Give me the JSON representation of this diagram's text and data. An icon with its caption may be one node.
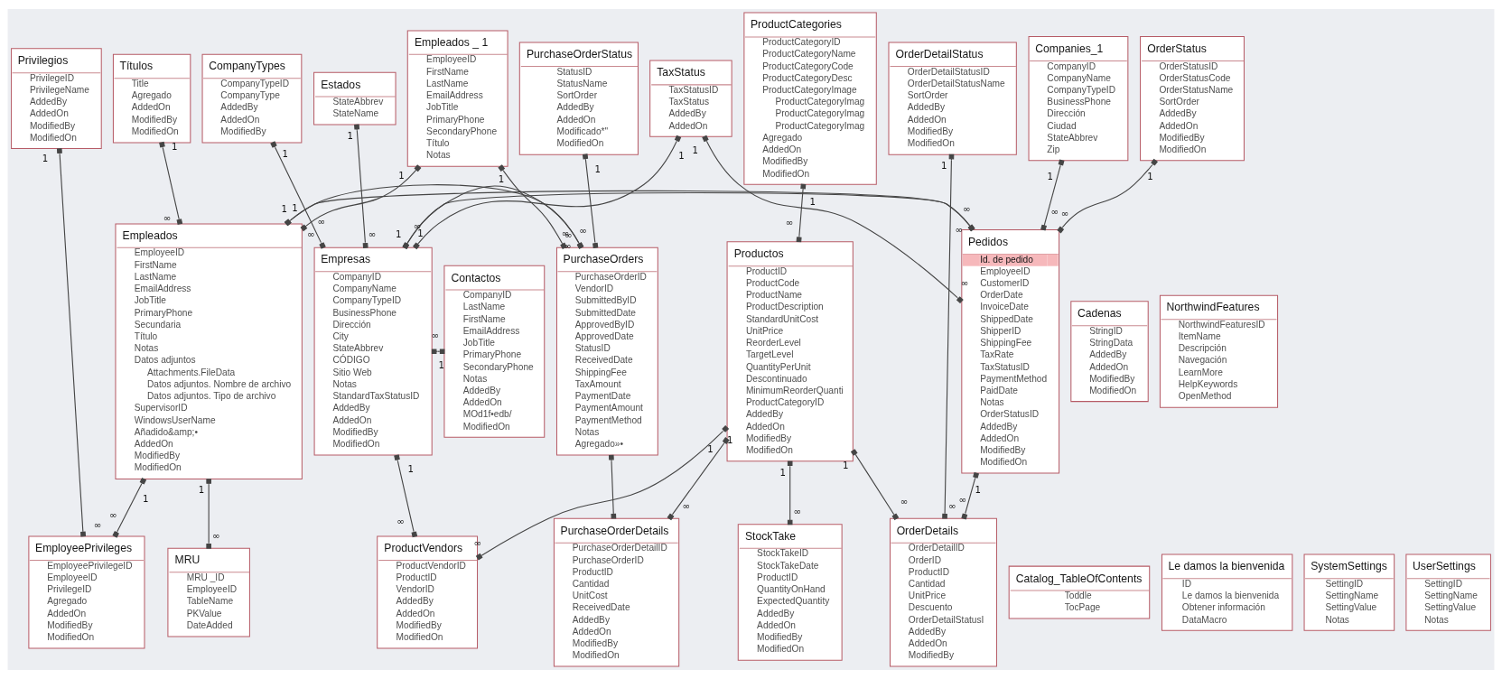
{
  "diagram": {
    "nodes": [
      {
        "text": [
          "StockTake",
          "StockTakeID",
          "StockTakeDate",
          "ProductID",
          "QuantityOnHand",
          "ExpectedQuantity",
          "AddedBy",
          "AddedOn",
          "ModifiedBy",
          "ModifiedOn"
        ]
      },
      {
        "text": [
          "ProductCategories",
          "ProductCategoryID",
          "ProductCategoryName",
          "ProductCategoryCode",
          "ProductCategoryDesc",
          "ProductCategoryImage",
          "ProductCategoryImag",
          "ProductCategoryImag",
          "ProductCategoryImag",
          "Agregado",
          "AddedOn",
          "ModifiedBy",
          "ModifiedOn"
        ]
      },
      {
        "text": [
          "Catalog_TableOfContents",
          "Toddle",
          "TocPage"
        ]
      },
      {
        "text": [
          "Cadenas",
          "StringID",
          "StringData",
          "AddedBy",
          "AddedOn",
          "ModifiedBy",
          "ModifiedOn"
        ]
      },
      {
        "text": [
          "Le damos la bienvenida",
          "ID",
          "Le damos la bienvenida",
          "Obtener información",
          "DataMacro"
        ]
      },
      {
        "text": [
          "Productos",
          "ProductID",
          "ProductCode",
          "ProductName",
          "ProductDescription",
          "StandardUnitCost",
          "UnitPrice",
          "ReorderLevel",
          "TargetLevel",
          "QuantityPerUnit",
          "Descontinuado",
          "MinimumReorderQuanti",
          "ProductCategoryID",
          "AddedBy",
          "AddedOn",
          "ModifiedBy",
          "ModifiedOn"
        ]
      },
      {
        "text": [
          "NorthwindFeatures",
          "NorthwindFeaturesID",
          "ItemName",
          "Descripción",
          "Navegación",
          "LearnMore",
          "HelpKeywords",
          "OpenMethod"
        ]
      },
      {
        "text": [
          "SystemSettings",
          "SettingID",
          "SettingName",
          "SettingValue",
          "Notas"
        ]
      },
      {
        "text": [
          "UserSettings",
          "SettingID",
          "SettingName",
          "SettingValue",
          "Notas"
        ]
      },
      {
        "text": [
          "ProductVendors",
          "ProductVendorID",
          "ProductID",
          "VendorID",
          "AddedBy",
          "AddedOn",
          "ModifiedBy",
          "ModifiedOn"
        ]
      },
      {
        "text": [
          "PurchaseOrderDetails",
          "PurchaseOrderDetailID",
          "PurchaseOrderID",
          "ProductID",
          "Cantidad",
          "UnitCost",
          "ReceivedDate",
          "AddedBy",
          "AddedOn",
          "ModifiedBy",
          "ModifiedOn"
        ]
      },
      {
        "text": [
          "PurchaseOrderStatus",
          "StatusID",
          "StatusName",
          "SortOrder",
          "AddedBy",
          "AddedOn",
          "Modificado*\"",
          "ModifiedOn"
        ]
      },
      {
        "text": [
          "OrderDetails",
          "OrderDetailID",
          "OrderID",
          "ProductID",
          "Cantidad",
          "UnitPrice",
          "Descuento",
          "OrderDetailStatusI",
          "AddedBy",
          "AddedOn",
          "ModifiedBy"
        ]
      },
      {
        "text": [
          "Contactos",
          "CompanyID",
          "LastName",
          "FirstName",
          "EmailAddress",
          "JobTitle",
          "PrimaryPhone",
          "SecondaryPhone",
          "Notas",
          "AddedBy",
          "AddedOn",
          "MOd1f•edb/",
          "ModifiedOn"
        ]
      },
      {
        "text": [
          "PurchaseOrders",
          "PurchaseOrderID",
          "VendorID",
          "SubmittedByID",
          "SubmittedDate",
          "ApprovedByID",
          "ApprovedDate",
          "StatusID",
          "ReceivedDate",
          "ShippingFee",
          "TaxAmount",
          "PaymentDate",
          "PaymentAmount",
          "PaymentMethod",
          "Notas",
          "Agregado»•"
        ]
      },
      {
        "text": [
          "OrderDetailStatus",
          "OrderDetailStatusID",
          "OrderDetailStatusName",
          "SortOrder",
          "AddedBy",
          "AddedOn",
          "ModifiedBy",
          "ModifiedOn"
        ]
      },
      {
        "text": [
          "Empresas",
          "CompanyID",
          "CompanyName",
          "CompanyTypeID",
          "BusinessPhone",
          "Dirección",
          "City",
          "StateAbbrev",
          "CÓDIGO",
          "Sitio Web",
          "Notas",
          "StandardTaxStatusID",
          "AddedBy",
          "AddedOn",
          "ModifiedBy",
          "ModifiedOn"
        ]
      },
      {
        "text": [
          "Empleados _ 1",
          "EmployeeID",
          "FirstName",
          "LastName",
          "EmailAddress",
          "JobTitle",
          "PrimaryPhone",
          "SecondaryPhone",
          "Título",
          "Notas"
        ]
      },
      {
        "text": [
          "CompanyTypes",
          "CompanyTypeID",
          "CompanyType",
          "AddedBy",
          "AddedOn",
          "ModifiedBy"
        ]
      },
      {
        "text": [
          "Estados",
          "StateAbbrev",
          "StateName"
        ]
      },
      {
        "text": [
          "TaxStatus",
          "TaxStatusID",
          "TaxStatus",
          "AddedBy",
          "AddedOn"
        ]
      },
      {
        "text": [
          "Pedidos",
          "Id. de pedido",
          "EmployeeID",
          "CustomerID",
          "OrderDate",
          "InvoiceDate",
          "ShippedDate",
          "ShipperID",
          "ShippingFee",
          "TaxRate",
          "TaxStatusID",
          "PaymentMethod",
          "PaidDate",
          "Notas",
          "OrderStatusID",
          "AddedBy",
          "AddedOn",
          "ModifiedBy",
          "ModifiedOn"
        ]
      },
      {
        "text": [
          "Títulos",
          "Title",
          "Agregado",
          "AddedOn",
          "ModifiedBy",
          "ModifiedOn"
        ]
      },
      {
        "text": [
          "Companies_1",
          "CompanyID",
          "CompanyName",
          "CompanyTypeID",
          "BusinessPhone",
          "Dirección",
          "Ciudad",
          "StateAbbrev",
          "Zip"
        ]
      },
      {
        "text": [
          "OrderStatus",
          "OrderStatusID",
          "OrderStatusCode",
          "OrderStatusName",
          "SortOrder",
          "AddedBy",
          "AddedOn",
          "ModifiedBy",
          "ModifiedOn"
        ]
      },
      {
        "text": [
          "Empleados",
          "EmployeeID",
          "FirstName",
          "LastName",
          "EmailAddress",
          "JobTitle",
          "PrimaryPhone",
          "Secundaria",
          "Título",
          "Notas",
          "Datos adjuntos",
          "Attachments.FileData",
          "Datos adjuntos. Nombre de archivo",
          "Datos adjuntos. Tipo de archivo",
          "SupervisorID",
          "WindowsUserName",
          "Añadido&amp;•",
          "AddedOn",
          "ModifiedBy",
          "ModifiedOn"
        ]
      },
      {
        "text": [
          "MRU",
          "MRU _ID",
          "EmployeeID",
          "TableName",
          "PKValue",
          "DateAdded"
        ]
      },
      {
        "text": [
          "EmployeePrivileges",
          "EmployeePrivilegeID",
          "EmployeeID",
          "PrivilegeID",
          "Agregado",
          "AddedOn",
          "ModifiedBy",
          "ModifiedOn"
        ]
      },
      {
        "text": [
          "Privilegios",
          "PrivilegeID",
          "PrivilegeName",
          "AddedBy",
          "AddedOn",
          "ModifiedBy",
          "ModifiedOn"
        ]
      }
    ],
    "edges": [
      {
        "from": 5,
        "to": 0,
        "arrow": "other"
      },
      {
        "from": 1,
        "to": 5,
        "arrow": "other"
      },
      {
        "from": 5,
        "to": 12,
        "arrow": "other"
      },
      {
        "from": 5,
        "to": 9,
        "arrow": "other"
      },
      {
        "from": 5,
        "to": 10,
        "arrow": "other"
      },
      {
        "from": 21,
        "to": 12,
        "arrow": "other"
      },
      {
        "from": 15,
        "to": 12,
        "arrow": "other"
      },
      {
        "from": 16,
        "to": 9,
        "arrow": "other"
      },
      {
        "from": 16,
        "to": 13,
        "arrow": "other"
      },
      {
        "from": 16,
        "to": 14,
        "arrow": "other"
      },
      {
        "from": 16,
        "to": 21,
        "arrow": "other"
      },
      {
        "from": 18,
        "to": 16,
        "arrow": "other"
      },
      {
        "from": 19,
        "to": 16,
        "arrow": "other"
      },
      {
        "from": 20,
        "to": 16,
        "arrow": "other"
      },
      {
        "from": 20,
        "to": 21,
        "arrow": "other"
      },
      {
        "from": 25,
        "to": 21,
        "arrow": "other"
      },
      {
        "from": 23,
        "to": 21,
        "arrow": "other"
      },
      {
        "from": 24,
        "to": 21,
        "arrow": "other"
      },
      {
        "from": 25,
        "to": 26,
        "arrow": "other"
      },
      {
        "from": 25,
        "to": 27,
        "arrow": "other"
      },
      {
        "from": 28,
        "to": 27,
        "arrow": "other"
      },
      {
        "from": 22,
        "to": 25,
        "arrow": "other"
      },
      {
        "from": 17,
        "to": 25,
        "arrow": "other"
      },
      {
        "from": 25,
        "to": 14,
        "arrow": "other"
      },
      {
        "from": 17,
        "to": 14,
        "arrow": "other"
      },
      {
        "from": 11,
        "to": 14,
        "arrow": "other"
      },
      {
        "from": 14,
        "to": 10,
        "arrow": "other"
      }
    ],
    "labels": [
      "1",
      "∞",
      "1",
      "∞",
      "1",
      "∞",
      "1",
      "∞",
      "1",
      "∞",
      "1",
      "∞",
      "1",
      "∞",
      "1",
      "∞",
      "1",
      "∞",
      "1",
      "∞",
      "1",
      "∞",
      "1",
      "∞",
      "1",
      "∞",
      "1",
      "∞",
      "1",
      "∞",
      "1",
      "∞",
      "1",
      "∞",
      "1",
      "∞",
      "1",
      "∞",
      "1",
      "∞",
      "1",
      "∞",
      "1",
      "∞",
      "1",
      "∞",
      "1",
      "∞",
      "1",
      "∞",
      "1",
      "∞"
    ]
  }
}
